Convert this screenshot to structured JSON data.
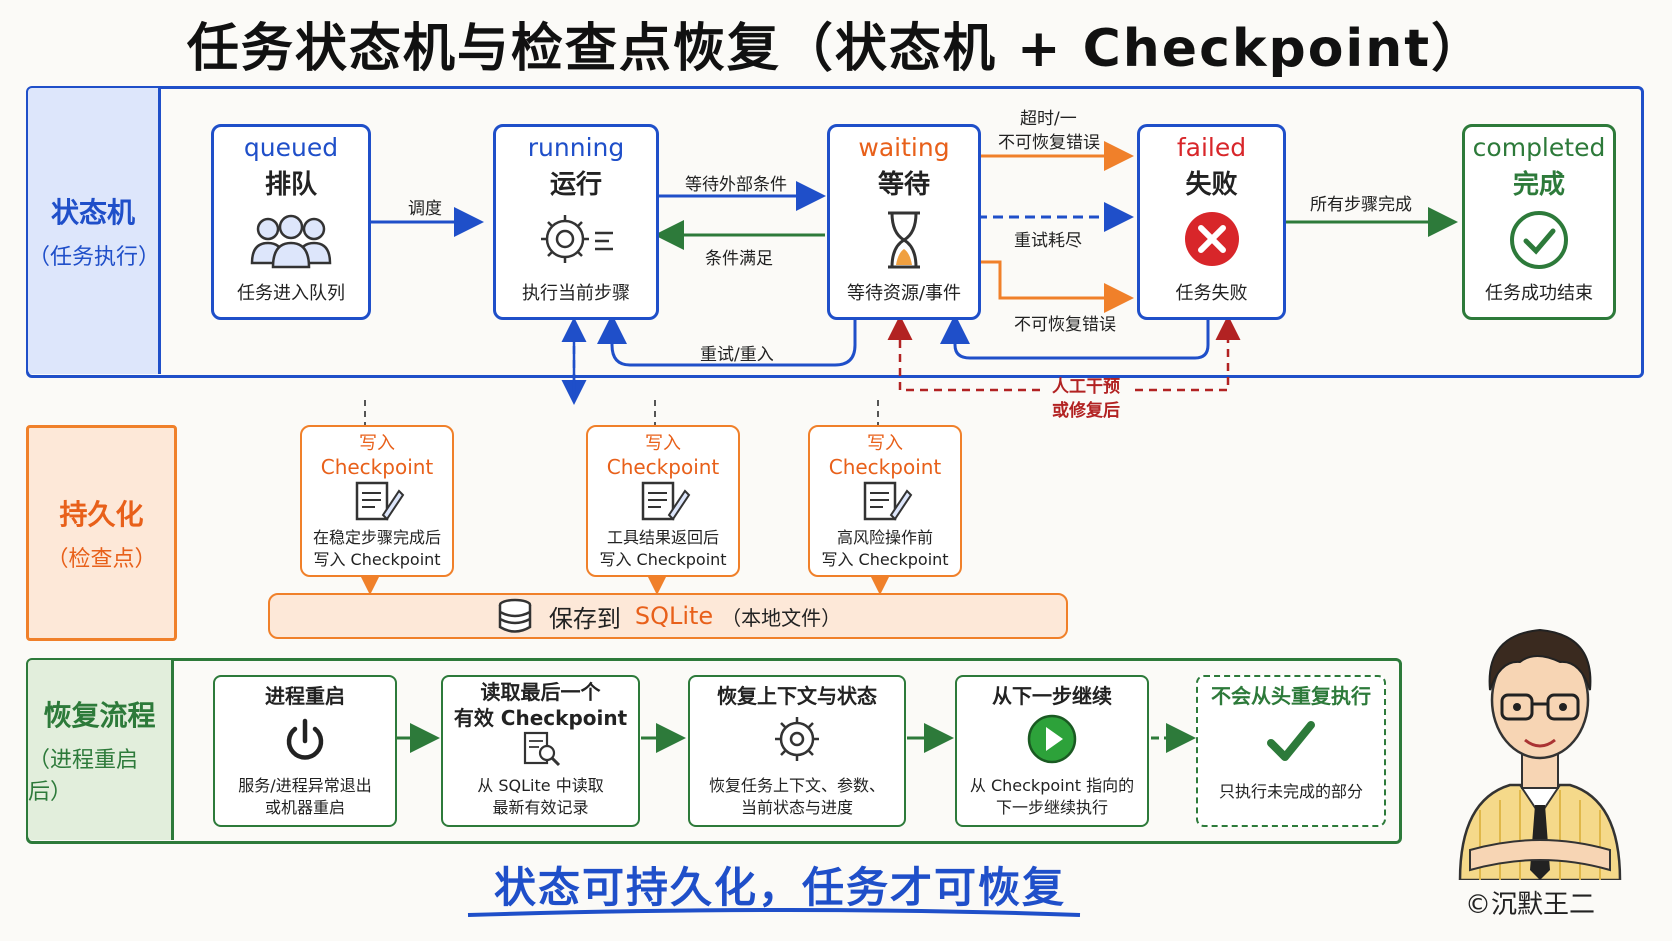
{
  "title": "任务状态机与检查点恢复（状态机 + Checkpoint）",
  "colors": {
    "blue": "#1f4fc9",
    "orange": "#f0802a",
    "red": "#d8262a",
    "green": "#2d7a3a",
    "dark_red": "#b22222"
  },
  "sections": {
    "state_machine": {
      "main": "状态机",
      "sub": "（任务执行）"
    },
    "persistence": {
      "main": "持久化",
      "sub": "（检查点）"
    },
    "recovery": {
      "main": "恢复流程",
      "sub": "（进程重启后）"
    }
  },
  "states": {
    "queued": {
      "en": "queued",
      "zh": "排队",
      "desc": "任务进入队列",
      "icon": "users-icon"
    },
    "running": {
      "en": "running",
      "zh": "运行",
      "desc": "执行当前步骤",
      "icon": "gear-icon"
    },
    "waiting": {
      "en": "waiting",
      "zh": "等待",
      "desc": "等待资源/事件",
      "icon": "hourglass-icon"
    },
    "failed": {
      "en": "failed",
      "zh": "失败",
      "desc": "任务失败",
      "icon": "error-icon"
    },
    "completed": {
      "en": "completed",
      "zh": "完成",
      "desc": "任务成功结束",
      "icon": "check-circle-icon"
    }
  },
  "transitions": {
    "schedule": "调度",
    "wait_external": "等待外部条件",
    "condition_met": "条件满足",
    "timeout_line1": "超时/一",
    "timeout_line2": "不可恢复错误",
    "retries_exhausted": "重试耗尽",
    "unrecoverable": "不可恢复错误",
    "all_steps_done": "所有步骤完成",
    "retry_reentry": "重试/重入",
    "manual_line1": "人工干预",
    "manual_line2": "或修复后"
  },
  "checkpoints": [
    {
      "t1": "写入",
      "t2": "Checkpoint",
      "d1": "在稳定步骤完成后",
      "d2": "写入 Checkpoint"
    },
    {
      "t1": "写入",
      "t2": "Checkpoint",
      "d1": "工具结果返回后",
      "d2": "写入 Checkpoint"
    },
    {
      "t1": "写入",
      "t2": "Checkpoint",
      "d1": "高风险操作前",
      "d2": "写入 Checkpoint"
    }
  ],
  "storage": {
    "prefix": "保存到",
    "name": "SQLite",
    "suffix": "（本地文件）"
  },
  "recovery_steps": [
    {
      "t1": "进程重启",
      "t2": "",
      "d1": "服务/进程异常退出",
      "d2": "或机器重启",
      "icon": "power-icon"
    },
    {
      "t1": "读取最后一个",
      "t2": "有效 Checkpoint",
      "d1": "从 SQLite 中读取",
      "d2": "最新有效记录",
      "icon": "document-search-icon"
    },
    {
      "t1": "恢复上下文与状态",
      "t2": "",
      "d1": "恢复任务上下文、参数、",
      "d2": "当前状态与进度",
      "icon": "restore-gear-icon"
    },
    {
      "t1": "从下一步继续",
      "t2": "",
      "d1": "从 Checkpoint 指向的",
      "d2": "下一步继续执行",
      "icon": "play-icon"
    },
    {
      "t1": "不会从头重复执行",
      "t2": "",
      "d1": "只执行未完成的部分",
      "d2": "",
      "icon": "check-icon"
    }
  ],
  "slogan": "状态可持久化，任务才可恢复",
  "credit": "©沉默王二"
}
